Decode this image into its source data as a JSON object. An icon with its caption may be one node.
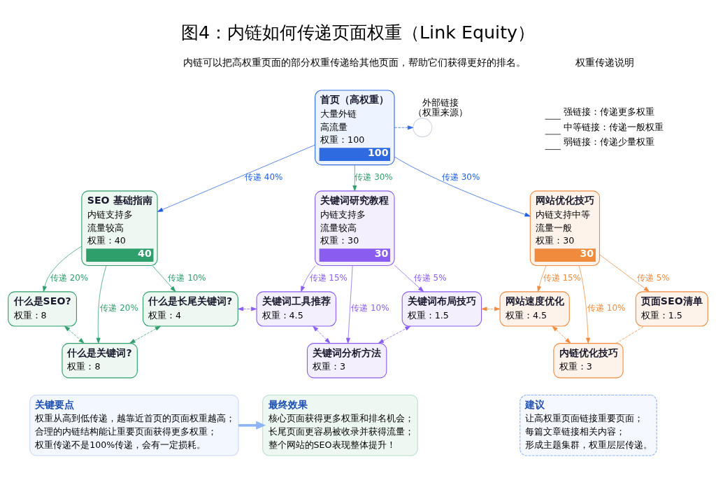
{
  "diagram": {
    "title": "图4：内链如何传递页面权重（Link Equity）",
    "nodes": [
      {
        "text": [
          "首页（高权重）",
          "大量外链",
          "高流量",
          "权重：100",
          "100"
        ]
      },
      {
        "text": [],
        "shape": "circle",
        "beside": [
          "外部链接",
          "（权重来源）"
        ]
      },
      {
        "text": [
          "SEO 基础指南",
          "内链支持多",
          "流量较高",
          "权重：40",
          "40"
        ]
      },
      {
        "text": [
          "关键词研究教程",
          "内链支持多",
          "流量较高",
          "权重：30",
          "30"
        ]
      },
      {
        "text": [
          "网站优化技巧",
          "内链支持中等",
          "流量一般",
          "权重：30",
          "30"
        ]
      },
      {
        "text": [
          "什么是SEO?",
          "权重：8"
        ]
      },
      {
        "text": [
          "什么是关键词?",
          "权重：8"
        ]
      },
      {
        "text": [
          "什么是长尾关键词?",
          "权重：4"
        ]
      },
      {
        "text": [
          "关键词工具推荐",
          "权重：4.5"
        ]
      },
      {
        "text": [
          "关键词分析方法",
          "权重：3"
        ]
      },
      {
        "text": [
          "关键词布局技巧",
          "权重：1.5"
        ]
      },
      {
        "text": [
          "网站速度优化",
          "权重：4.5"
        ]
      },
      {
        "text": [
          "内链优化技巧",
          "权重：3"
        ]
      },
      {
        "text": [
          "页面SEO清单",
          "权重：1.5"
        ]
      },
      {
        "text": [
          "关键要点",
          "权重从高到低传递，越靠近首页的页面权重越高；",
          "合理的内链结构能让重要页面获得更多权重；",
          "权重传递不是100%传递，会有一定损耗。"
        ]
      },
      {
        "text": [
          "最终效果",
          "核心页面获得更多权重和排名机会；",
          "长尾页面更容易被收录并获得流量；",
          "整个网站的SEO表现整体提升！"
        ]
      },
      {
        "text": [
          "建议",
          "让高权重页面链接重要页面；",
          "每篇文章链接相关内容；",
          "形成主题集群，权重层层传递。"
        ]
      }
    ],
    "edges": [
      {
        "from": 0,
        "to": 1,
        "arrow": "to",
        "style": "dashed",
        "color": "#2f6be0"
      },
      {
        "from": 0,
        "to": 2,
        "arrow": "to",
        "label": "传递 40%",
        "color": "#1f5ee0"
      },
      {
        "from": 0,
        "to": 3,
        "arrow": "to",
        "label": "传递 30%",
        "color": "#2e9e6b"
      },
      {
        "from": 0,
        "to": 4,
        "arrow": "to",
        "label": "传递 30%",
        "color": "#1f5ee0"
      },
      {
        "from": 2,
        "to": 5,
        "arrow": "to",
        "label": "传递 20%",
        "color": "#2e9e6b"
      },
      {
        "from": 2,
        "to": 6,
        "arrow": "to",
        "label": "传递 20%",
        "color": "#2e9e6b"
      },
      {
        "from": 2,
        "to": 7,
        "arrow": "to",
        "label": "传递 10%",
        "color": "#2e9e6b"
      },
      {
        "from": 3,
        "to": 8,
        "arrow": "to",
        "label": "传递 15%",
        "color": "#8a5cf0"
      },
      {
        "from": 3,
        "to": 9,
        "arrow": "to",
        "label": "传递 10%",
        "color": "#8a5cf0"
      },
      {
        "from": 3,
        "to": 10,
        "arrow": "to",
        "label": "传递 5%",
        "color": "#8a5cf0"
      },
      {
        "from": 4,
        "to": 11,
        "arrow": "to",
        "label": "传递 15%",
        "color": "#f08a3c"
      },
      {
        "from": 4,
        "to": 12,
        "arrow": "to",
        "label": "传递 10%",
        "color": "#f08a3c"
      },
      {
        "from": 4,
        "to": 13,
        "arrow": "to",
        "label": "传递 5%",
        "color": "#f08a3c"
      },
      {
        "from": 5,
        "to": 6,
        "arrow": "both",
        "style": "dashed",
        "color": "#2e9e6b"
      },
      {
        "from": 6,
        "to": 7,
        "arrow": "both",
        "style": "dashed",
        "color": "#2e9e6b"
      },
      {
        "from": 7,
        "to": 8,
        "arrow": "both",
        "style": "dashed",
        "color": "#8a5cf0"
      },
      {
        "from": 8,
        "to": 9,
        "arrow": "both",
        "style": "dashed",
        "color": "#8a5cf0"
      },
      {
        "from": 9,
        "to": 10,
        "arrow": "both",
        "style": "dashed",
        "color": "#8a5cf0"
      },
      {
        "from": 10,
        "to": 11,
        "arrow": "both",
        "style": "dashed",
        "color": "#f08a3c"
      },
      {
        "from": 11,
        "to": 12,
        "arrow": "both",
        "style": "dashed",
        "color": "#f08a3c"
      },
      {
        "from": 12,
        "to": 13,
        "arrow": "none",
        "style": "dashed",
        "color": "#f08a3c"
      },
      {
        "from": 14,
        "to": 15,
        "arrow": "to",
        "style": "thick",
        "color": "#8fb4f5"
      }
    ],
    "labels": [
      "内链可以把高权重页面的部分权重传递给其他页面，帮助它们获得更好的排名。",
      "权重传递说明"
    ],
    "legend": [
      {
        "text": "强链接：传递更多权重"
      },
      {
        "text": "中等链接：传递一般权重"
      },
      {
        "text": "弱链接：传递少量权重"
      }
    ]
  }
}
